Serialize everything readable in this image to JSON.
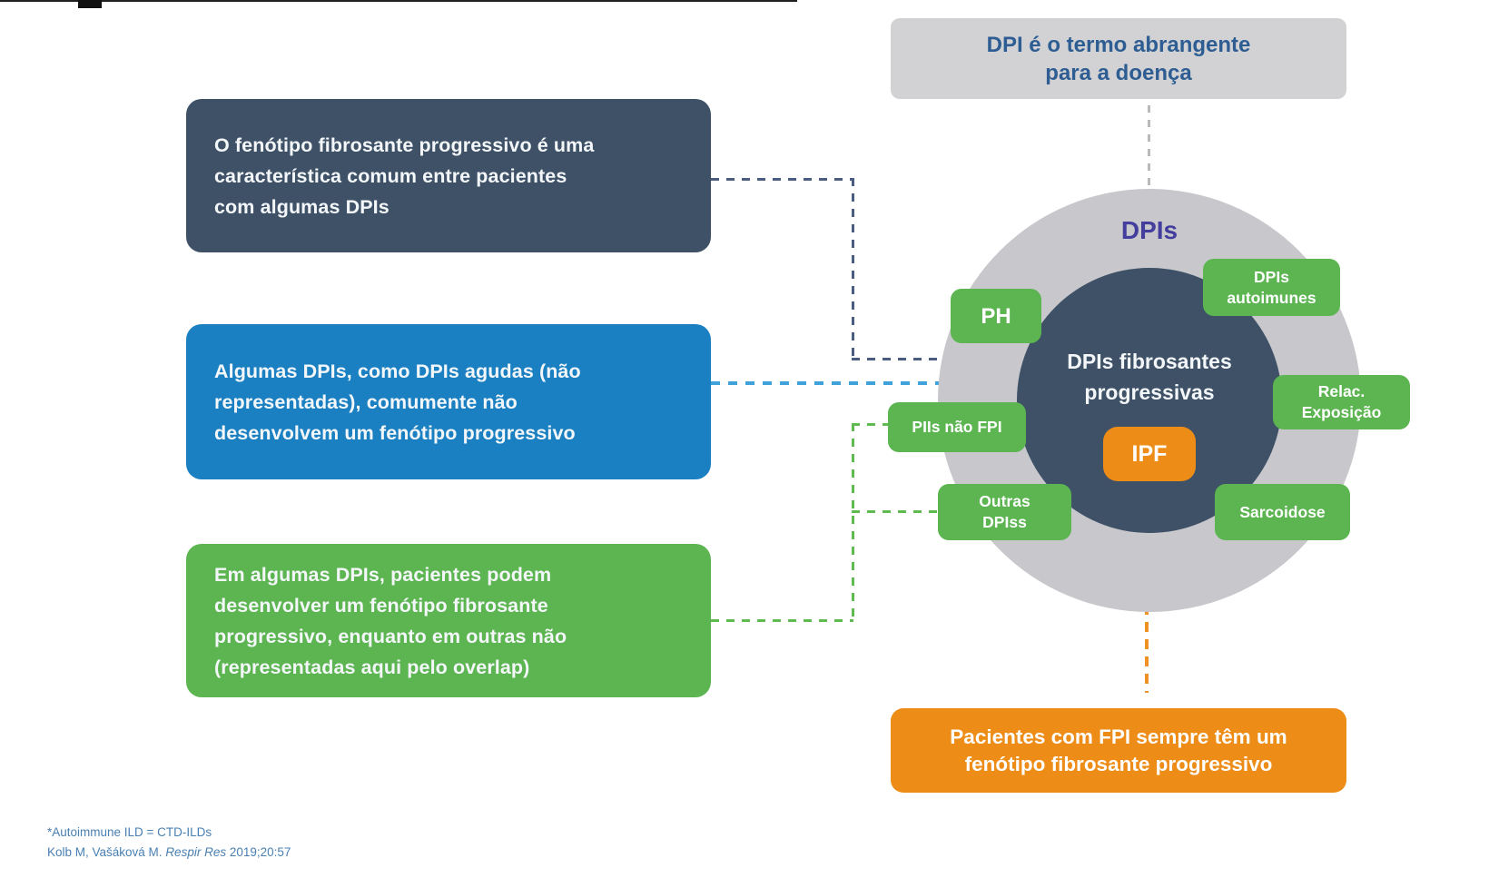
{
  "colors": {
    "navy": "#3e5166",
    "blue": "#1a80c2",
    "green": "#5cb551",
    "orange": "#ed8c17",
    "gray-circle": "#c8c8cc",
    "gray-box": "#d2d2d5",
    "title-blue": "#2d5d92",
    "indigo": "#433e9e",
    "foot-blue": "#4a80b3",
    "dash-navy": "#4a5d80",
    "dash-blue": "#3fa2db",
    "dash-green": "#5fbb4f",
    "dash-orange": "#f09223",
    "dash-gray": "#b9b9bc"
  },
  "top_box": {
    "line1": "DPI é o termo abrangente",
    "line2": "para a doença"
  },
  "left_boxes": [
    {
      "id": "dark",
      "lines": [
        "O fenótipo fibrosante progressivo é uma",
        "característica comum entre pacientes",
        "com algumas DPIs"
      ]
    },
    {
      "id": "blue",
      "lines": [
        "Algumas DPIs, como DPIs agudas (não",
        "representadas), comumente não",
        "desenvolvem um fenótipo progressivo"
      ]
    },
    {
      "id": "green",
      "lines": [
        "Em algumas DPIs, pacientes podem",
        "desenvolver um fenótipo fibrosante",
        "progressivo, enquanto em outras não",
        "(representadas aqui pelo overlap)"
      ]
    }
  ],
  "diagram": {
    "outer_circle_label": "DPIs",
    "inner_circle_label_line1": "DPIs fibrosantes",
    "inner_circle_label_line2": "progressivas",
    "center_badge": "IPF",
    "badges": {
      "ph": "PH",
      "autoimmune_line1": "DPIs",
      "autoimmune_line2": "autoimunes",
      "exposure_line1": "Relac.",
      "exposure_line2": "Exposição",
      "piis": "PIIs não FPI",
      "outras_line1": "Outras",
      "outras_line2": "DPIss",
      "sarcoidose": "Sarcoidose"
    }
  },
  "bottom_box": {
    "line1": "Pacientes com FPI sempre têm um",
    "line2": "fenótipo fibrosante progressivo"
  },
  "footnotes": {
    "line1": "*Autoimmune ILD = CTD-ILDs",
    "line2_pre": "Kolb M, Vašáková M. ",
    "line2_italic": "Respir Res",
    "line2_post": " 2019;20:57"
  }
}
